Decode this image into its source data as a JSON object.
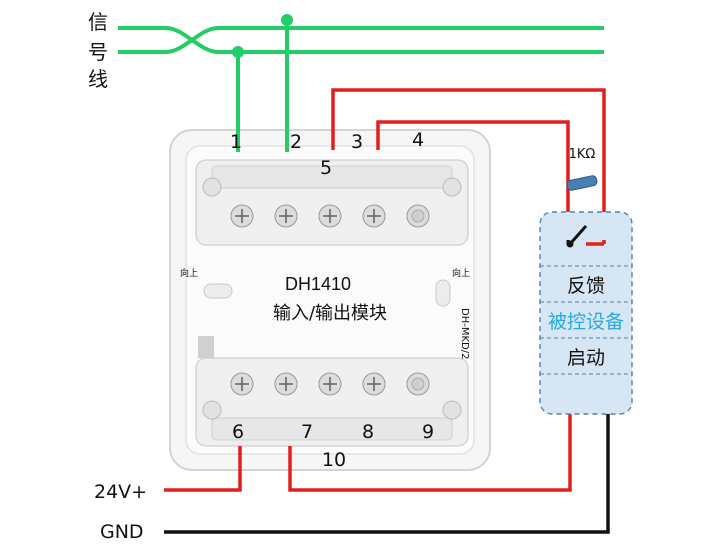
{
  "signal_line": {
    "chars": [
      "信",
      "号",
      "线"
    ]
  },
  "module": {
    "model": "DH1410",
    "name": "输入/输出模块",
    "side_mark": "DH-MKD/2",
    "up_mark_left": "向上",
    "up_mark_right": "向上"
  },
  "terminals": {
    "top": [
      "1",
      "2",
      "3",
      "4",
      "5"
    ],
    "bottom": [
      "6",
      "7",
      "8",
      "9",
      "10"
    ]
  },
  "resistor": {
    "label": "1KΩ"
  },
  "controlled_device": {
    "feedback": "反馈",
    "name": "被控设备",
    "start": "启动"
  },
  "power": {
    "positive": "24V+",
    "ground": "GND"
  },
  "colors": {
    "signal": "#22cc66",
    "feedback_wire": "#e0201c",
    "ground_wire": "#111111",
    "device_box": "#d6e6f4",
    "device_name": "#29a9e0"
  }
}
